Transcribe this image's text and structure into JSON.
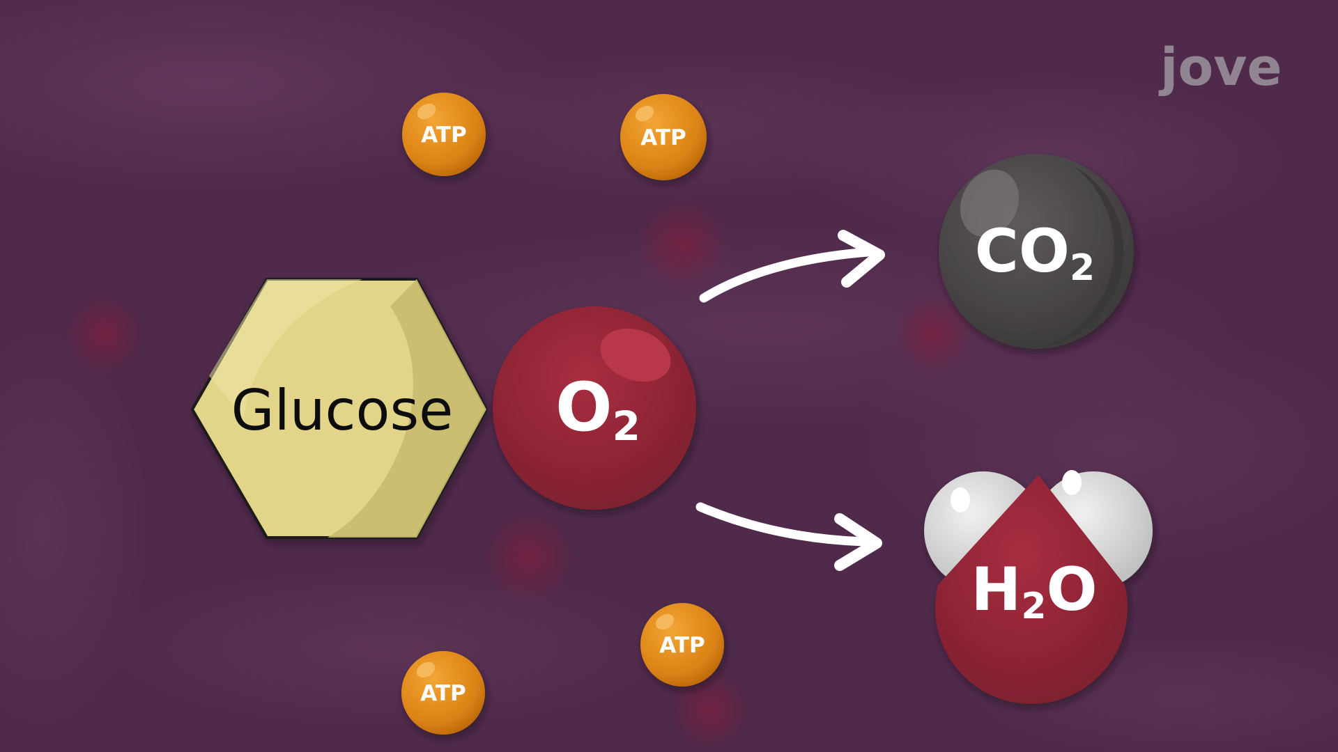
{
  "brand": {
    "logo_text": "jove"
  },
  "reactants": {
    "glucose": {
      "label": "Glucose",
      "color": "#e2d488"
    },
    "oxygen": {
      "label": "O",
      "subscript": "2",
      "color": "#9a2a3b"
    }
  },
  "products": {
    "carbon_dioxide": {
      "label": "CO",
      "subscript": "2",
      "color": "#595557"
    },
    "water": {
      "label_main": "H",
      "subscript": "2",
      "label_tail": "O",
      "oxygen_color": "#9a2a3b",
      "hydrogen_color": "#e3e3e3"
    }
  },
  "atp_molecules": [
    {
      "label": "ATP"
    },
    {
      "label": "ATP"
    },
    {
      "label": "ATP"
    },
    {
      "label": "ATP"
    }
  ],
  "colors": {
    "background": "#4f2a4a",
    "atp": "#e08a16",
    "arrow": "#ffffff"
  }
}
